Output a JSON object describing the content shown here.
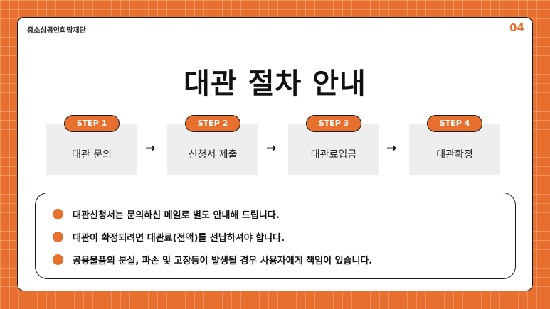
{
  "header": {
    "org_name": "중소상공인희망재단",
    "page_number": "04"
  },
  "title": "대관 절차 안내",
  "steps": [
    {
      "badge": "STEP 1",
      "label": "대관 문의"
    },
    {
      "badge": "STEP 2",
      "label": "신청서 제출"
    },
    {
      "badge": "STEP 3",
      "label": "대관료입금"
    },
    {
      "badge": "STEP 4",
      "label": "대관확정"
    }
  ],
  "arrow_glyph": "→",
  "notes": [
    "대관신청서는 문의하신 메일로 별도 안내해 드립니다.",
    "대관이 확정되려면 대관료(전액)를 선납하셔야 합니다.",
    "공용물품의 분실, 파손 및 고장등이 발생될 경우 사용자에게 책임이 있습니다."
  ],
  "colors": {
    "accent": "#e8702e",
    "step_bg": "#eeeeee",
    "outline": "#1a1a1a"
  }
}
